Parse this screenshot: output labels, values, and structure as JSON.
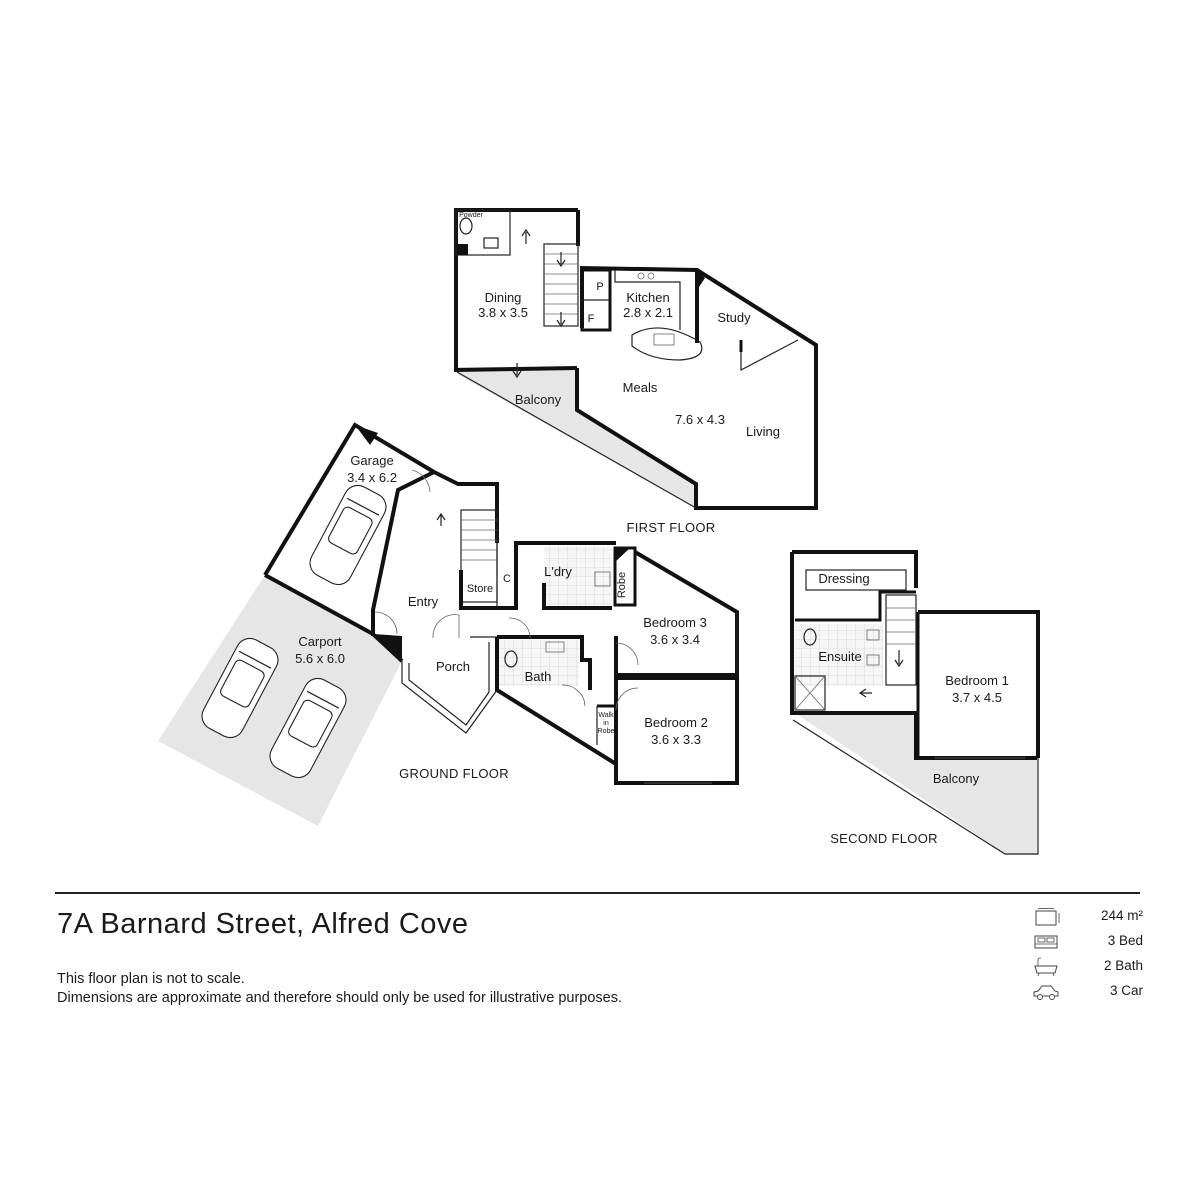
{
  "address": "7A Barnard Street, Alfred Cove",
  "disclaimer": {
    "line1": "This floor plan is not to scale.",
    "line2": "Dimensions are approximate and therefore should only be used for illustrative purposes."
  },
  "stats": [
    {
      "icon": "area-icon",
      "value": "244 m²"
    },
    {
      "icon": "bed-icon",
      "value": "3 Bed"
    },
    {
      "icon": "bath-icon",
      "value": "2 Bath"
    },
    {
      "icon": "car-icon",
      "value": "3 Car"
    }
  ],
  "floors": {
    "ground": {
      "name": "GROUND FLOOR",
      "rooms": {
        "garage": {
          "name": "Garage",
          "dims": "3.4 x 6.2"
        },
        "carport": {
          "name": "Carport",
          "dims": "5.6 x 6.0"
        },
        "entry": {
          "name": "Entry"
        },
        "store": {
          "name": "Store"
        },
        "cupboard": {
          "name": "C"
        },
        "laundry": {
          "name": "L'dry"
        },
        "robe": {
          "name": "Robe"
        },
        "bedroom3": {
          "name": "Bedroom 3",
          "dims": "3.6 x 3.4"
        },
        "porch": {
          "name": "Porch"
        },
        "bath": {
          "name": "Bath"
        },
        "walk_in_robe": {
          "line1": "Walk",
          "line2": "in",
          "line3": "Robe"
        },
        "bedroom2": {
          "name": "Bedroom 2",
          "dims": "3.6 x 3.3"
        }
      }
    },
    "first": {
      "name": "FIRST FLOOR",
      "rooms": {
        "powder": {
          "name": "Powder"
        },
        "dining": {
          "name": "Dining",
          "dims": "3.8 x 3.5"
        },
        "pantry": {
          "name": "P"
        },
        "fridge": {
          "name": "F"
        },
        "kitchen": {
          "name": "Kitchen",
          "dims": "2.8 x 2.1"
        },
        "study": {
          "name": "Study"
        },
        "meals": {
          "name": "Meals"
        },
        "meals_living_dims": {
          "dims": "7.6 x 4.3"
        },
        "living": {
          "name": "Living"
        },
        "balcony": {
          "name": "Balcony"
        }
      }
    },
    "second": {
      "name": "SECOND FLOOR",
      "rooms": {
        "dressing": {
          "name": "Dressing"
        },
        "ensuite": {
          "name": "Ensuite"
        },
        "bedroom1": {
          "name": "Bedroom 1",
          "dims": "3.7 x 4.5"
        },
        "balcony": {
          "name": "Balcony"
        }
      }
    }
  }
}
